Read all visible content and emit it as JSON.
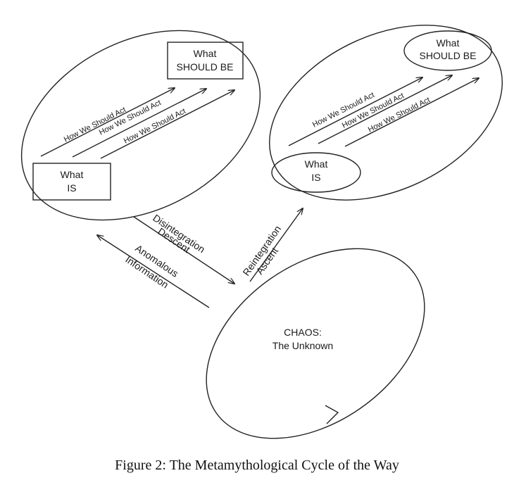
{
  "left_cycle": {
    "target_line1": "What",
    "target_line2": "SHOULD BE",
    "present_line1": "What",
    "present_line2": "IS",
    "act_labels": [
      "How We Should Act",
      "How We Should Act",
      "How We Should Act"
    ]
  },
  "right_cycle": {
    "target_line1": "What",
    "target_line2": "SHOULD BE",
    "present_line1": "What",
    "present_line2": "IS",
    "act_labels": [
      "How We Should Act",
      "How We Should Act",
      "How We Should Act"
    ]
  },
  "transitions": {
    "descent_line1": "Disintegration",
    "descent_line2": "Descent",
    "anomaly_line1": "Anomalous",
    "anomaly_line2": "Information",
    "ascent_line1": "Reintegration",
    "ascent_line2": "Ascent"
  },
  "chaos": {
    "line1": "CHAOS:",
    "line2": "The Unknown"
  },
  "caption": "Figure 2: The Metamythological Cycle of the Way"
}
